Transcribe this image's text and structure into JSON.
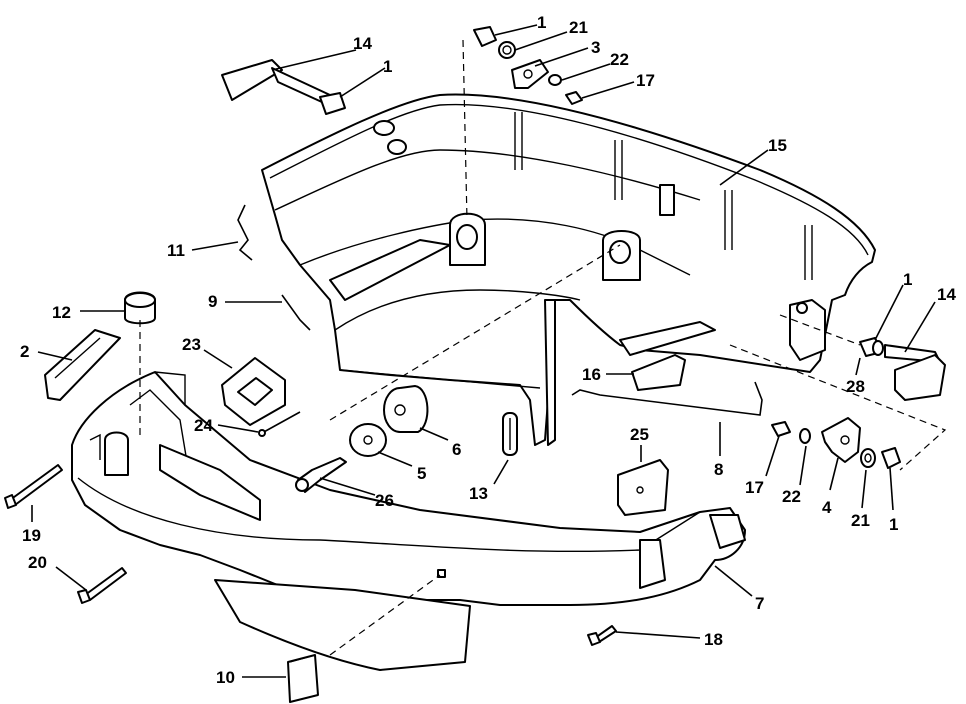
{
  "callouts": [
    {
      "id": "c-1a",
      "label": "1"
    },
    {
      "id": "c-21a",
      "label": "21"
    },
    {
      "id": "c-3",
      "label": "3"
    },
    {
      "id": "c-22a",
      "label": "22"
    },
    {
      "id": "c-17a",
      "label": "17"
    },
    {
      "id": "c-14a",
      "label": "14"
    },
    {
      "id": "c-1b",
      "label": "1"
    },
    {
      "id": "c-15",
      "label": "15"
    },
    {
      "id": "c-11",
      "label": "11"
    },
    {
      "id": "c-12",
      "label": "12"
    },
    {
      "id": "c-9",
      "label": "9"
    },
    {
      "id": "c-2",
      "label": "2"
    },
    {
      "id": "c-23",
      "label": "23"
    },
    {
      "id": "c-1c",
      "label": "1"
    },
    {
      "id": "c-14b",
      "label": "14"
    },
    {
      "id": "c-28",
      "label": "28"
    },
    {
      "id": "c-16",
      "label": "16"
    },
    {
      "id": "c-24",
      "label": "24"
    },
    {
      "id": "c-6",
      "label": "6"
    },
    {
      "id": "c-5",
      "label": "5"
    },
    {
      "id": "c-13",
      "label": "13"
    },
    {
      "id": "c-25",
      "label": "25"
    },
    {
      "id": "c-8",
      "label": "8"
    },
    {
      "id": "c-17b",
      "label": "17"
    },
    {
      "id": "c-22b",
      "label": "22"
    },
    {
      "id": "c-4",
      "label": "4"
    },
    {
      "id": "c-21b",
      "label": "21"
    },
    {
      "id": "c-1d",
      "label": "1"
    },
    {
      "id": "c-26",
      "label": "26"
    },
    {
      "id": "c-19",
      "label": "19"
    },
    {
      "id": "c-20",
      "label": "20"
    },
    {
      "id": "c-7",
      "label": "7"
    },
    {
      "id": "c-18",
      "label": "18"
    },
    {
      "id": "c-10",
      "label": "10"
    }
  ]
}
